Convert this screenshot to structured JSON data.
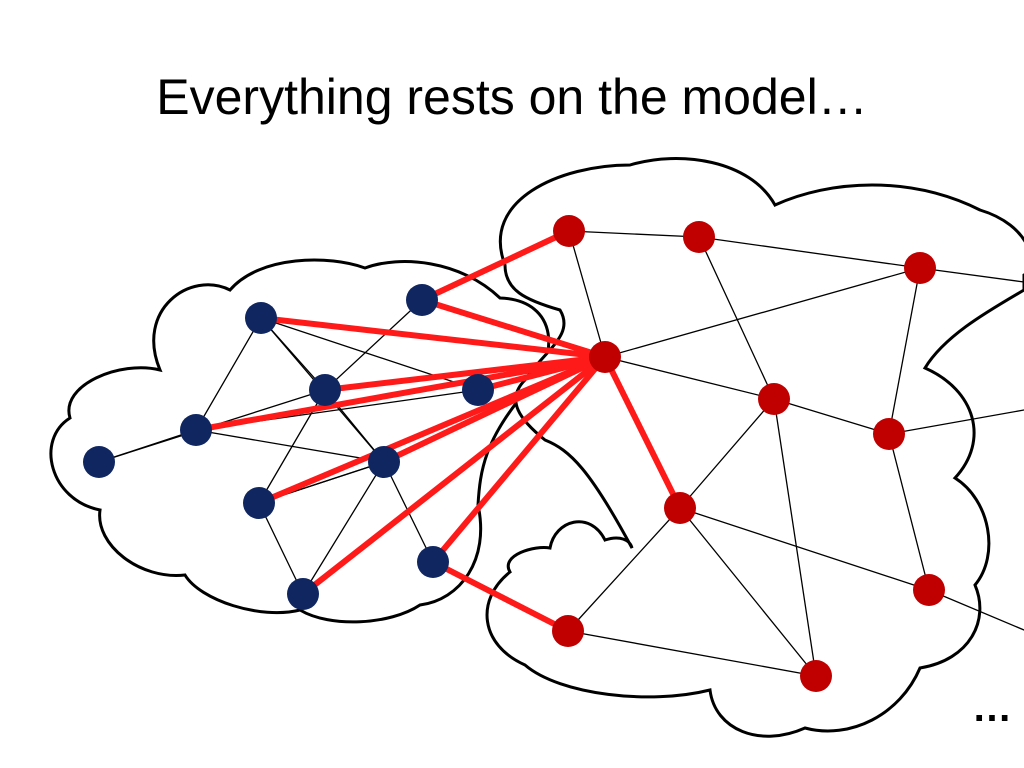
{
  "slide": {
    "title": "Everything rests on the model…",
    "continuation": "…"
  },
  "colors": {
    "background": "#ffffff",
    "left_node": "#0f2660",
    "right_node": "#c00000",
    "cross_edge": "#ff1a1a",
    "internal_edge": "#000000",
    "cloud_outline": "#000000"
  },
  "diagram": {
    "left_cluster": {
      "nodes": [
        "L1",
        "L2",
        "L3",
        "L4",
        "L5",
        "L6",
        "L7",
        "L8",
        "L9",
        "L10"
      ],
      "edges": [
        [
          "L1",
          "L2"
        ],
        [
          "L1",
          "L5"
        ],
        [
          "L2",
          "L4"
        ],
        [
          "L2",
          "L7"
        ],
        [
          "L2",
          "L6"
        ],
        [
          "L4",
          "L7"
        ],
        [
          "L4",
          "L5"
        ],
        [
          "L5",
          "L3"
        ],
        [
          "L5",
          "L8"
        ],
        [
          "L5",
          "L7"
        ],
        [
          "L7",
          "L8"
        ],
        [
          "L7",
          "L9"
        ],
        [
          "L7",
          "L10"
        ],
        [
          "L8",
          "L9"
        ],
        [
          "L6",
          "L4"
        ],
        [
          "L8",
          "L7"
        ]
      ]
    },
    "right_cluster": {
      "nodes": [
        "R1",
        "R2",
        "R3",
        "R4",
        "R5",
        "R6",
        "R7",
        "R8",
        "R9",
        "R10"
      ],
      "edges": [
        [
          "R1",
          "R2"
        ],
        [
          "R2",
          "R3"
        ],
        [
          "R1",
          "R4"
        ],
        [
          "R4",
          "R3"
        ],
        [
          "R2",
          "R5"
        ],
        [
          "R4",
          "R5"
        ],
        [
          "R5",
          "R6"
        ],
        [
          "R3",
          "R6"
        ],
        [
          "R5",
          "R7"
        ],
        [
          "R5",
          "R10"
        ],
        [
          "R7",
          "R10"
        ],
        [
          "R7",
          "R8"
        ],
        [
          "R8",
          "R10"
        ],
        [
          "R7",
          "R9"
        ],
        [
          "R6",
          "R9"
        ],
        [
          "R3",
          "EXT1"
        ],
        [
          "R6",
          "EXT2"
        ],
        [
          "R9",
          "EXT3"
        ]
      ]
    },
    "cross_edges": [
      [
        "L3",
        "R1"
      ],
      [
        "L2",
        "R4"
      ],
      [
        "L3",
        "R4"
      ],
      [
        "L4",
        "R4"
      ],
      [
        "L5",
        "R4"
      ],
      [
        "L6",
        "R4"
      ],
      [
        "L7",
        "R4"
      ],
      [
        "L8",
        "R4"
      ],
      [
        "L9",
        "R4"
      ],
      [
        "L10",
        "R4"
      ],
      [
        "R4",
        "R7"
      ],
      [
        "L10",
        "R8"
      ]
    ]
  }
}
